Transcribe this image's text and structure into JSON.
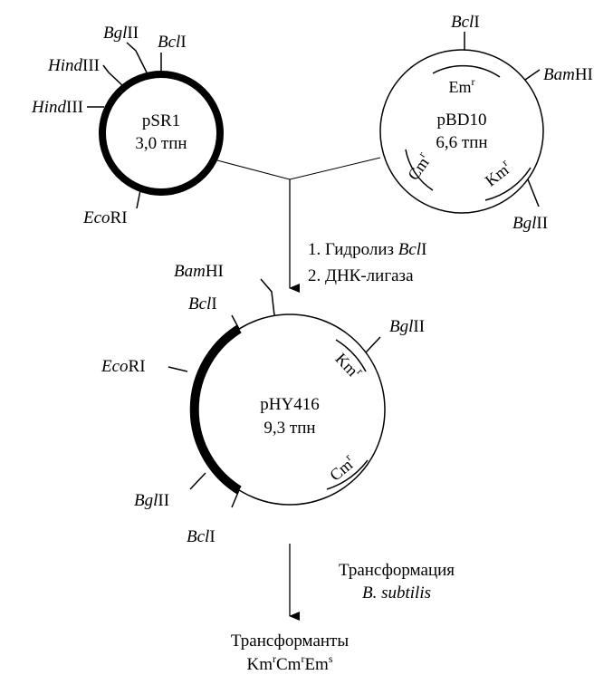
{
  "plasmids": {
    "psr1": {
      "name": "pSR1",
      "size": "3,0 тпн",
      "sites": {
        "bglii": {
          "enzyme": "Bgl",
          "suffix": "II"
        },
        "bcli": {
          "enzyme": "Bcl",
          "suffix": "I"
        },
        "hindiii_upper": {
          "enzyme": "Hind",
          "suffix": "III"
        },
        "hindiii_lower": {
          "enzyme": "Hind",
          "suffix": "III"
        },
        "ecori": {
          "enzyme": "Eco",
          "suffix": "RI"
        }
      }
    },
    "pbd10": {
      "name": "pBD10",
      "size": "6,6 тпн",
      "genes": {
        "em": {
          "base": "Em",
          "sup": "r"
        },
        "cm": {
          "base": "Cm",
          "sup": "r"
        },
        "km": {
          "base": "Km",
          "sup": "r"
        }
      },
      "sites": {
        "bcli": {
          "enzyme": "Bcl",
          "suffix": "I"
        },
        "bamhi": {
          "enzyme": "Bam",
          "suffix": "HI"
        },
        "bglii": {
          "enzyme": "Bgl",
          "suffix": "II"
        }
      }
    },
    "phy416": {
      "name": "pHY416",
      "size": "9,3 тпн",
      "genes": {
        "km": {
          "base": "Km",
          "sup": "r"
        },
        "cm": {
          "base": "Cm",
          "sup": "r"
        }
      },
      "sites": {
        "bamhi": {
          "enzyme": "Bam",
          "suffix": "HI"
        },
        "bcli_top": {
          "enzyme": "Bcl",
          "suffix": "I"
        },
        "ecori": {
          "enzyme": "Eco",
          "suffix": "RI"
        },
        "bglii_left": {
          "enzyme": "Bgl",
          "suffix": "II"
        },
        "bcli_bottom": {
          "enzyme": "Bcl",
          "suffix": "I"
        },
        "bglii_right": {
          "enzyme": "Bgl",
          "suffix": "II"
        }
      }
    }
  },
  "steps": {
    "step1_prefix": "1. Гидролиз ",
    "step1_enzyme": "Bcl",
    "step1_suffix": "I",
    "step2": "2. ДНК-лигаза",
    "transform_line1": "Трансформация",
    "transform_line2": "B. subtilis"
  },
  "result": {
    "title": "Трансформанты",
    "phenotype": [
      {
        "base": "Km",
        "sup": "r"
      },
      {
        "base": "Cm",
        "sup": "r"
      },
      {
        "base": "Em",
        "sup": "s"
      }
    ]
  },
  "colors": {
    "ink": "#000000",
    "paper": "#ffffff"
  }
}
